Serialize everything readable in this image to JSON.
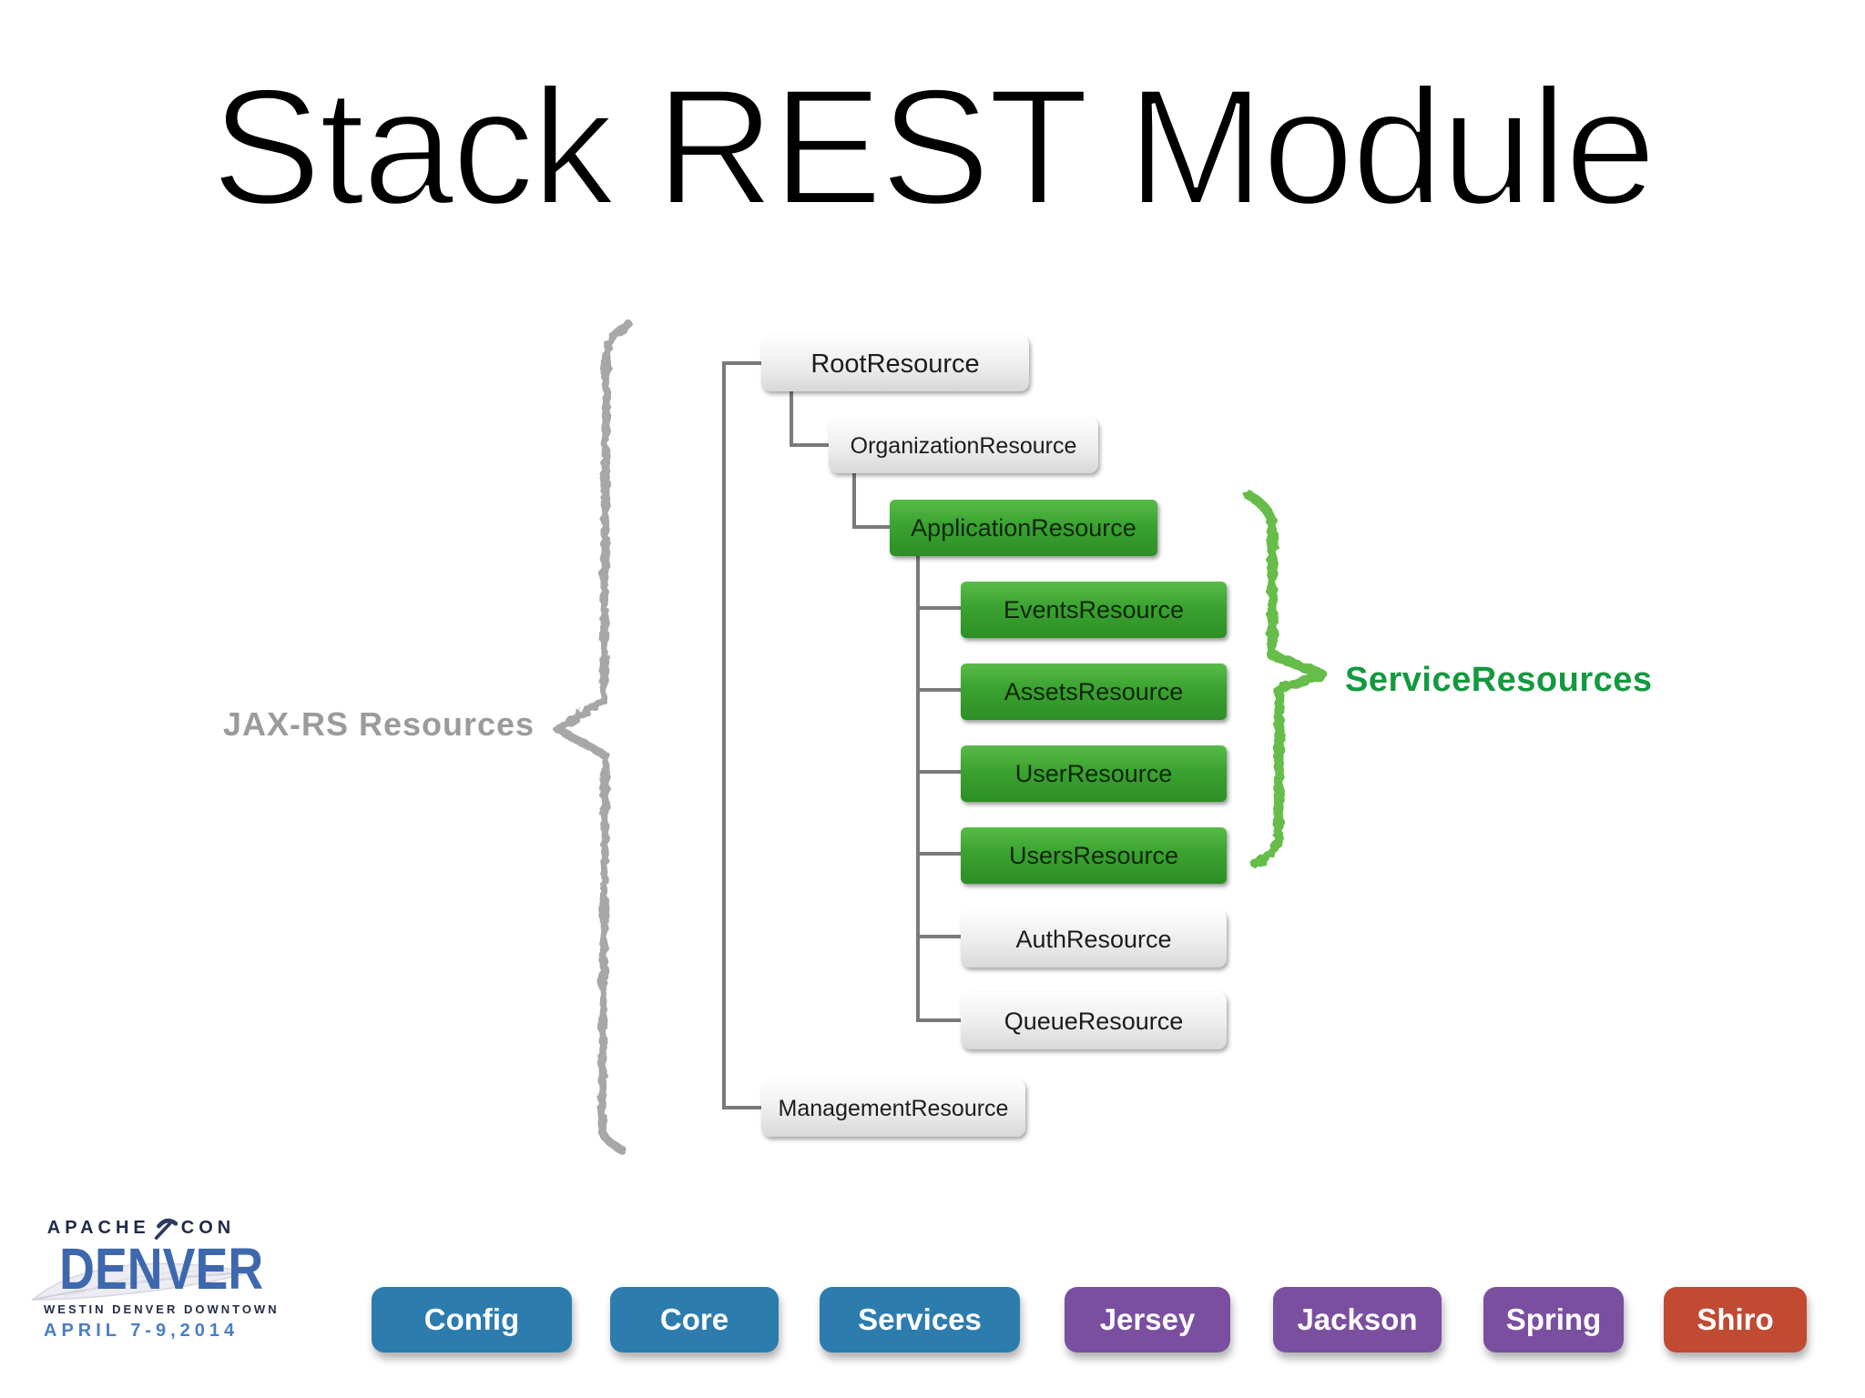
{
  "title": "Stack REST Module",
  "tree": {
    "nodes": [
      {
        "label": "RootResource",
        "type": "default"
      },
      {
        "label": "OrganizationResource",
        "type": "default"
      },
      {
        "label": "ApplicationResource",
        "type": "service"
      },
      {
        "label": "EventsResource",
        "type": "service"
      },
      {
        "label": "AssetsResource",
        "type": "service"
      },
      {
        "label": "UserResource",
        "type": "service"
      },
      {
        "label": "UsersResource",
        "type": "service"
      },
      {
        "label": "AuthResource",
        "type": "default"
      },
      {
        "label": "QueueResource",
        "type": "default"
      },
      {
        "label": "ManagementResource",
        "type": "default"
      }
    ]
  },
  "annotations": {
    "jaxrs_label": "JAX-RS Resources",
    "jaxrs_color": "#9b9b9b",
    "jaxrs_brace_color": "#a7a7a7",
    "service_label": "ServiceResources",
    "service_color": "#13993f",
    "service_brace_color": "#66bd4a"
  },
  "modules": [
    {
      "label": "Config",
      "color": "#2d7cae"
    },
    {
      "label": "Core",
      "color": "#2d7cae"
    },
    {
      "label": "Services",
      "color": "#2d7cae"
    },
    {
      "label": "Jersey",
      "color": "#7b4fa0"
    },
    {
      "label": "Jackson",
      "color": "#7b4fa0"
    },
    {
      "label": "Spring",
      "color": "#7b4fa0"
    },
    {
      "label": "Shiro",
      "color": "#c04a32"
    }
  ],
  "logo": {
    "conference_left": "APACHE",
    "conference_right": "CON",
    "city": "DENVER",
    "venue": "WESTIN DENVER DOWNTOWN",
    "dates": "APRIL 7-9,2014"
  },
  "colors": {
    "node_green_top": "#58bb47",
    "node_green_bottom": "#2c8f25",
    "node_gray_top": "#fdfdfd",
    "node_gray_bottom": "#d8d8d8",
    "connector": "#7a7a7a"
  }
}
